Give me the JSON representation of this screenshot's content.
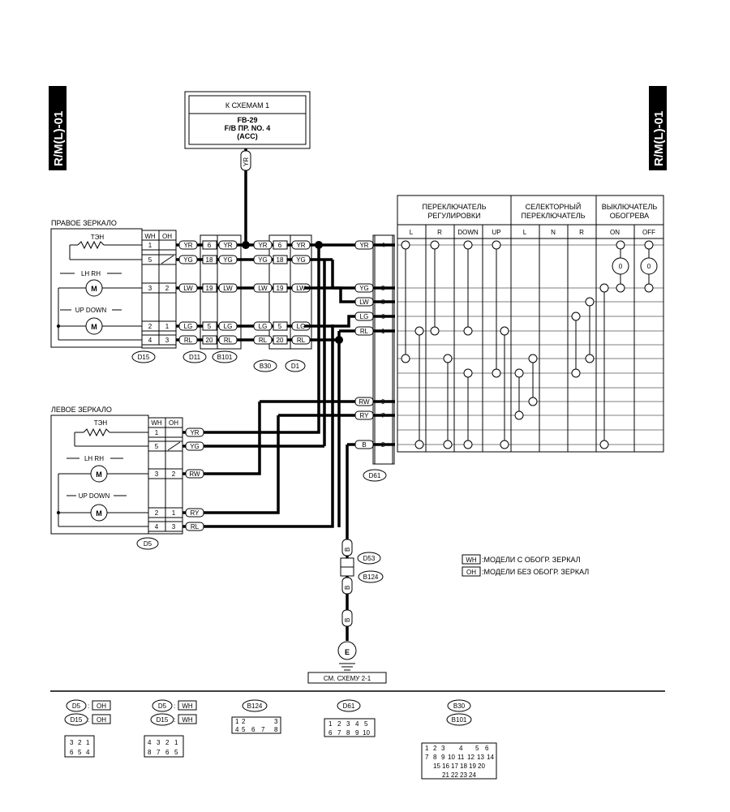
{
  "page_code": "R/M(L)-01",
  "source": {
    "title": "К СХЕМАМ 1",
    "line1": "FB-29",
    "line2": "F/B  ПР.  NO. 4",
    "line3": "(ACC)",
    "wire": "YR"
  },
  "right_mirror": {
    "label": "ПРАВОЕ ЗЕРКАЛО",
    "heater": "ТЭН",
    "lh_rh": "LH  RH",
    "up_down": "UP  DOWN",
    "motor": "M"
  },
  "left_mirror": {
    "label": "ЛЕВОЕ ЗЕРКАЛО",
    "heater": "ТЭН",
    "lh_rh": "LH  RH",
    "up_down": "UP  DOWN",
    "motor": "M"
  },
  "header_wh": "WH",
  "header_oh": "OH",
  "wire_colors": [
    "YR",
    "YG",
    "LW",
    "LG",
    "RL",
    "RW",
    "RY",
    "B"
  ],
  "connectors": [
    "D15",
    "D11",
    "B101",
    "B30",
    "D1",
    "D61",
    "D5",
    "D53",
    "B124"
  ],
  "switch_table": {
    "group1": "ПЕРЕКЛЮЧАТЕЛЬ РЕГУЛИРОВКИ",
    "group2": "СЕЛЕКТОРНЫЙ ПЕРЕКЛЮЧАТЕЛЬ",
    "group3": "ВЫКЛЮЧАТЕЛЬ ОБОГРЕВА",
    "cols": [
      "L",
      "R",
      "DOWN",
      "UP",
      "L",
      "N",
      "R",
      "ON",
      "OFF"
    ]
  },
  "ground_label": "E",
  "ground_ref": "СМ. СХЕМУ 2-1",
  "legend": [
    {
      "code": "WH",
      "text": ":МОДЕЛИ С ОБОГР. ЗЕРКАЛ"
    },
    {
      "code": "OH",
      "text": ":МОДЕЛИ БЕЗ ОБОГР. ЗЕРКАЛ"
    }
  ],
  "connector_views": [
    {
      "tags": [
        "D5",
        "D15"
      ],
      "suffix": "OH"
    },
    {
      "tags": [
        "D5",
        "D15"
      ],
      "suffix": "WH"
    },
    {
      "tags": [
        "B124"
      ],
      "suffix": ""
    },
    {
      "tags": [
        "D61"
      ],
      "suffix": ""
    },
    {
      "tags": [
        "B30",
        "B101"
      ],
      "suffix": ""
    }
  ]
}
